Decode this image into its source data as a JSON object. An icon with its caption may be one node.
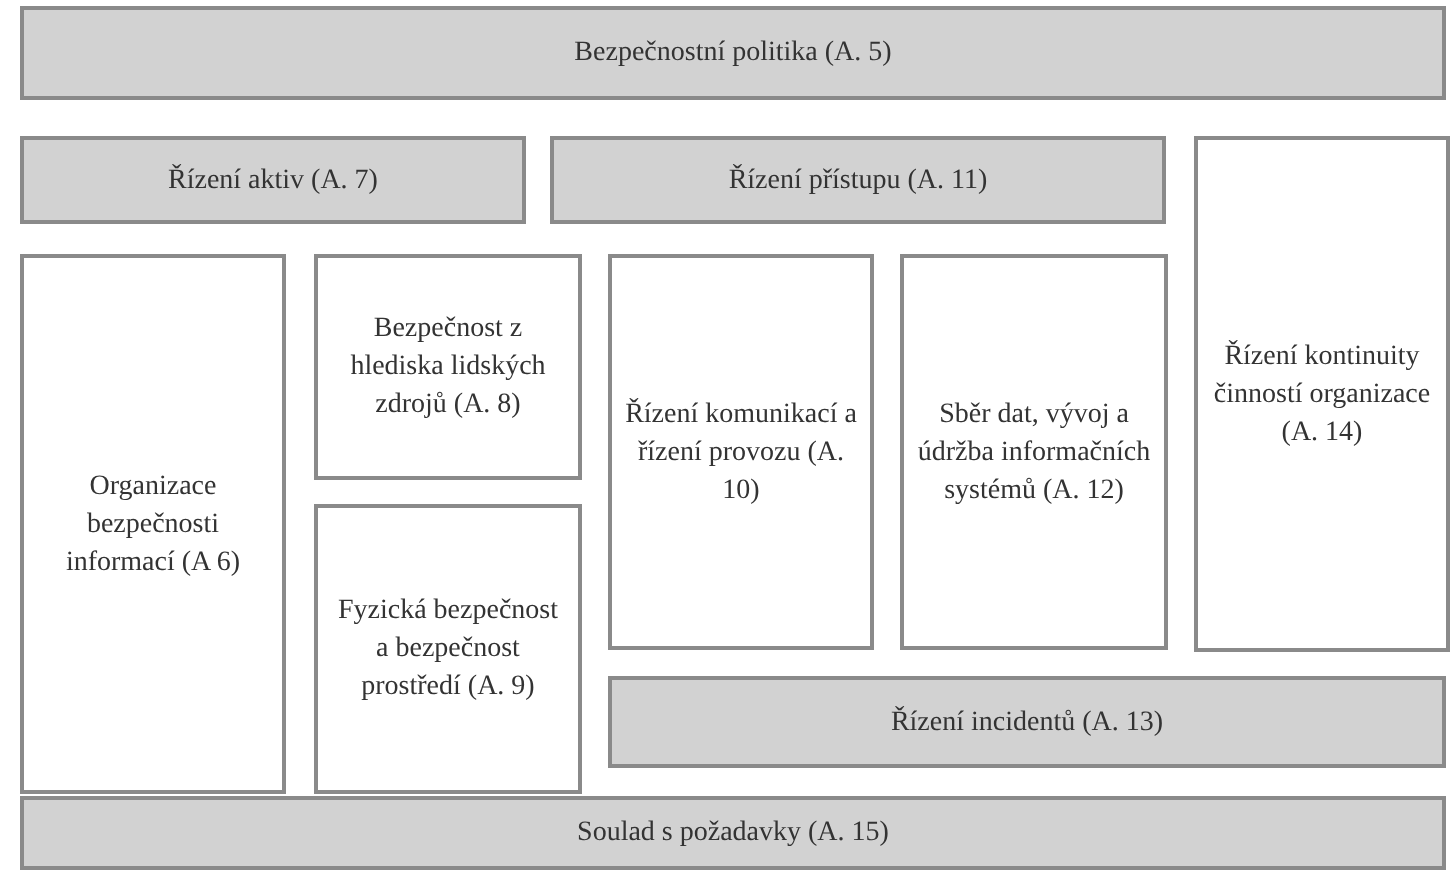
{
  "diagram": {
    "nodes": [
      {
        "text": [
          "Bezpečnostní politika (A. 5)"
        ]
      },
      {
        "text": [
          "Řízení aktiv (A. 7)"
        ]
      },
      {
        "text": [
          "Řízení přístupu (A. 11)"
        ]
      },
      {
        "text": [
          "Řízení kontinuity činností organizace (A. 14)"
        ]
      },
      {
        "text": [
          "Organizace bezpečnosti informací (A 6)"
        ]
      },
      {
        "text": [
          "Bezpečnost z hlediska lidských zdrojů (A. 8)"
        ]
      },
      {
        "text": [
          "Fyzická bezpečnost a bezpečnost prostředí (A. 9)"
        ]
      },
      {
        "text": [
          "Řízení komunikací a řízení provozu (A. 10)"
        ]
      },
      {
        "text": [
          "Sběr dat, vývoj a údržba informačních systémů (A. 12)"
        ]
      },
      {
        "text": [
          "Řízení incidentů (A. 13)"
        ]
      },
      {
        "text": [
          "Soulad s požadavky (A. 15)"
        ]
      }
    ]
  }
}
